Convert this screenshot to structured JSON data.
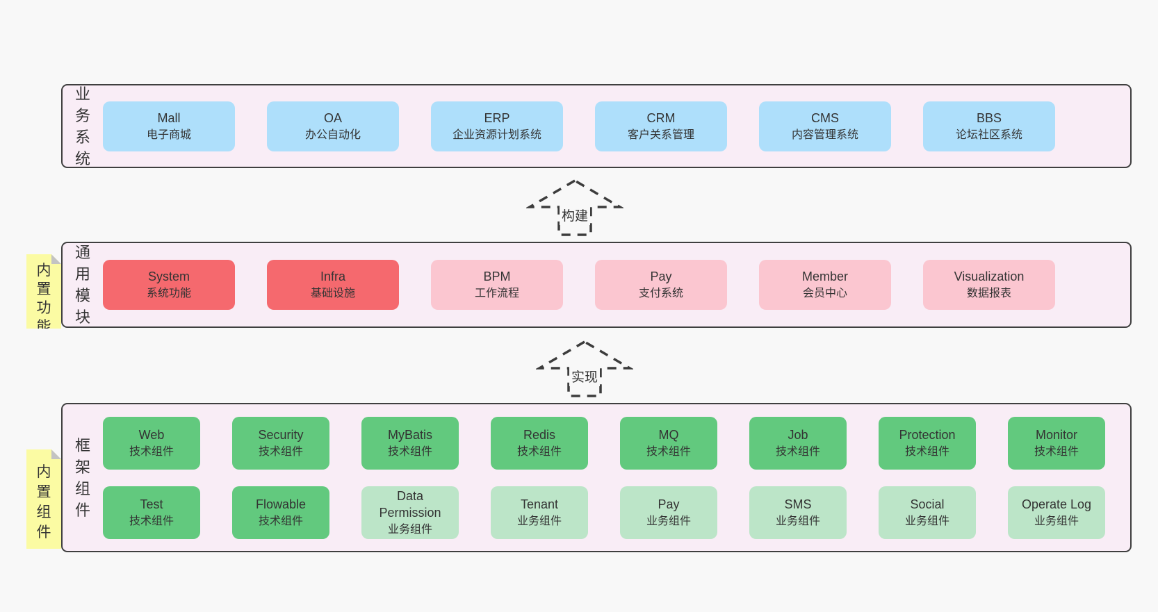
{
  "colors": {
    "page_bg": "#f8f8f8",
    "band_bg": "#f9edf6",
    "band_border": "#3f3f3f",
    "blue_box": "#aedffb",
    "red_box": "#f5696e",
    "pink_box": "#fbc6d0",
    "green_dark_box": "#62c97e",
    "green_light_box": "#bce5c8",
    "sticky_yellow": "#fbfba3",
    "sticky_fold": "#c3c3c3",
    "text": "#333333"
  },
  "business": {
    "label": "业务系统",
    "boxes": [
      {
        "en": "Mall",
        "zh": "电子商城"
      },
      {
        "en": "OA",
        "zh": "办公自动化"
      },
      {
        "en": "ERP",
        "zh": "企业资源计划系统"
      },
      {
        "en": "CRM",
        "zh": "客户关系管理"
      },
      {
        "en": "CMS",
        "zh": "内容管理系统"
      },
      {
        "en": "BBS",
        "zh": "论坛社区系统"
      }
    ]
  },
  "modules": {
    "label": "通用模块",
    "sticky": "内置功能",
    "boxes": [
      {
        "en": "System",
        "zh": "系统功能"
      },
      {
        "en": "Infra",
        "zh": "基础设施"
      },
      {
        "en": "BPM",
        "zh": "工作流程"
      },
      {
        "en": "Pay",
        "zh": "支付系统"
      },
      {
        "en": "Member",
        "zh": "会员中心"
      },
      {
        "en": "Visualization",
        "zh": "数据报表"
      }
    ]
  },
  "components": {
    "label": "框架组件",
    "sticky": "内置组件",
    "row1": [
      {
        "en": "Web",
        "zh": "技术组件"
      },
      {
        "en": "Security",
        "zh": "技术组件"
      },
      {
        "en": "MyBatis",
        "zh": "技术组件"
      },
      {
        "en": "Redis",
        "zh": "技术组件"
      },
      {
        "en": "MQ",
        "zh": "技术组件"
      },
      {
        "en": "Job",
        "zh": "技术组件"
      },
      {
        "en": "Protection",
        "zh": "技术组件"
      },
      {
        "en": "Monitor",
        "zh": "技术组件"
      }
    ],
    "row2": [
      {
        "en": "Test",
        "zh": "技术组件"
      },
      {
        "en": "Flowable",
        "zh": "技术组件"
      },
      {
        "en": "Data Permission",
        "zh": "业务组件"
      },
      {
        "en": "Tenant",
        "zh": "业务组件"
      },
      {
        "en": "Pay",
        "zh": "业务组件"
      },
      {
        "en": "SMS",
        "zh": "业务组件"
      },
      {
        "en": "Social",
        "zh": "业务组件"
      },
      {
        "en": "Operate Log",
        "zh": "业务组件"
      }
    ]
  },
  "arrows": {
    "build": "构建",
    "implement": "实现"
  }
}
